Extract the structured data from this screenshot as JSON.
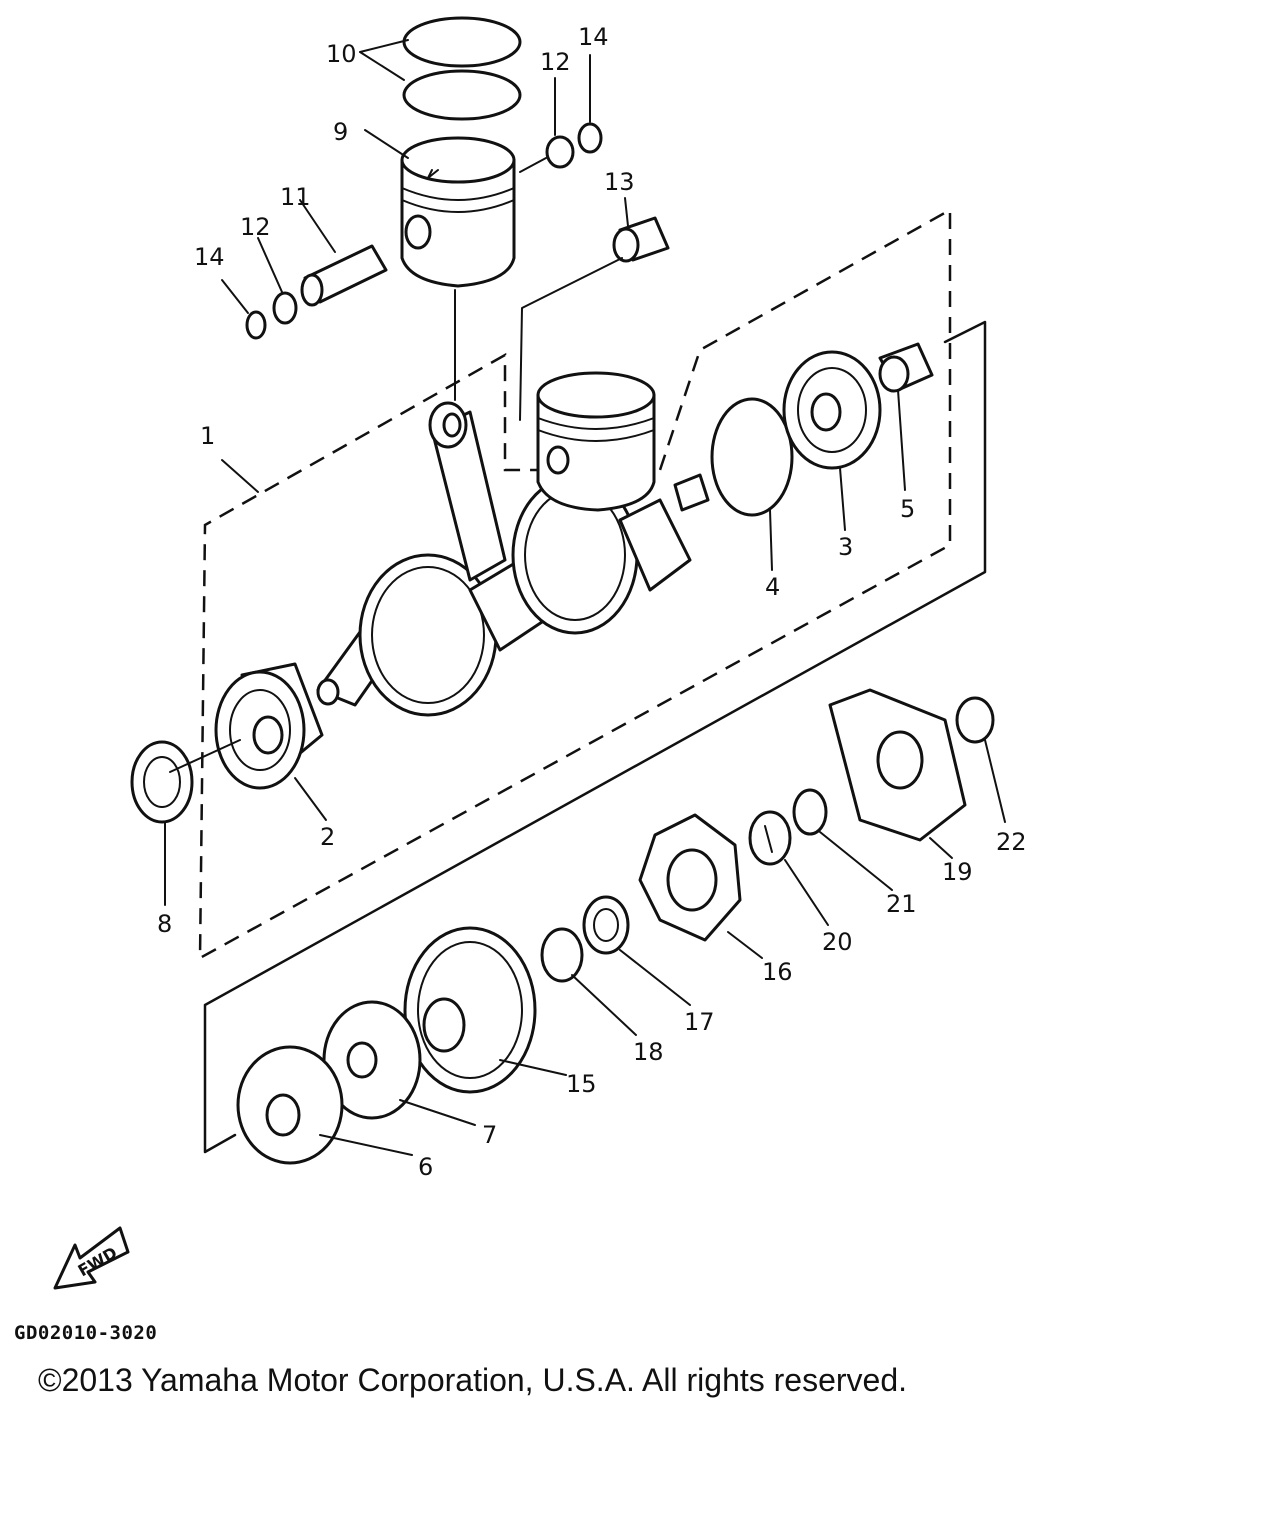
{
  "callouts": [
    "1",
    "2",
    "3",
    "4",
    "5",
    "6",
    "7",
    "8",
    "9",
    "10",
    "11",
    "12",
    "12",
    "13",
    "14",
    "14",
    "15",
    "16",
    "17",
    "18",
    "19",
    "20",
    "21",
    "22"
  ],
  "fwd_label": "FWD",
  "diagram_code": "GD02010-3020",
  "copyright": "©2013 Yamaha Motor Corporation, U.S.A. All rights reserved."
}
